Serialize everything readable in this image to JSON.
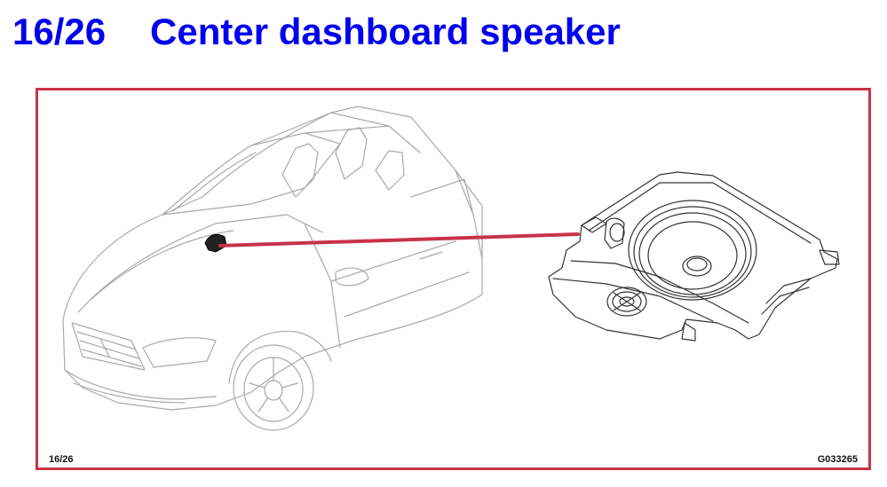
{
  "header": {
    "number": "16/26",
    "title": "Center dashboard speaker"
  },
  "figure": {
    "page_label": "16/26",
    "figure_id": "G033265",
    "callout_color": "#c8324a",
    "title_color": "#0000ee",
    "illustrations": [
      "car-illustration",
      "speaker-assembly-illustration"
    ]
  }
}
